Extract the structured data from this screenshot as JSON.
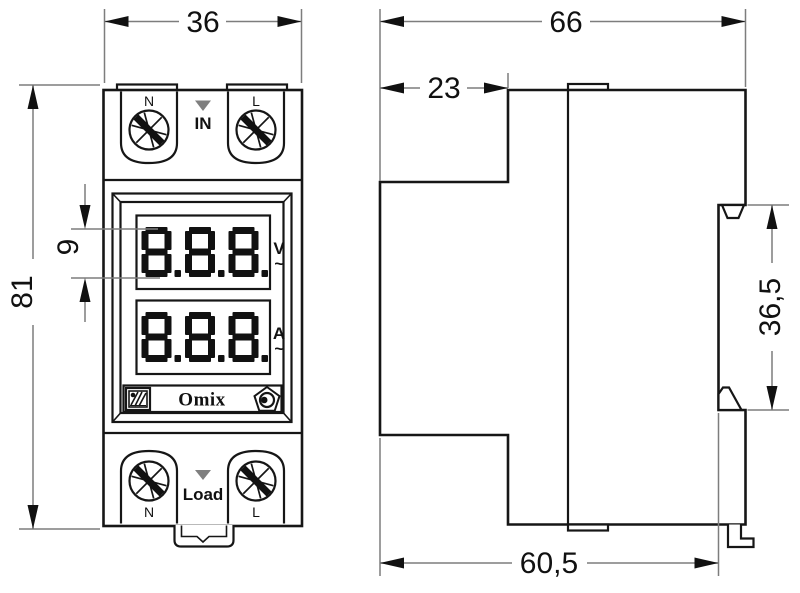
{
  "drawing": {
    "front_view": {
      "input_section": {
        "terminal_left": "N",
        "terminal_right": "L",
        "label": "IN"
      },
      "load_section": {
        "terminal_left": "N",
        "terminal_right": "L",
        "label": "Load"
      },
      "voltage_display": {
        "digits": "888",
        "decimal_points": true,
        "unit": "V",
        "ac_symbol": "~"
      },
      "current_display": {
        "digits": "888",
        "decimal_points": true,
        "unit": "A",
        "ac_symbol": "~"
      },
      "brand": "Omix"
    },
    "dimensions_mm": {
      "front_width": "36",
      "front_height": "81",
      "display_window_height": "9",
      "total_depth": "66",
      "front_protrusion_depth": "23",
      "din_recess_height": "36,5",
      "mounting_depth": "60,5"
    },
    "colors": {
      "outline": "#161616",
      "dimension_line": "#7d7d7d",
      "marker_gray": "#7f7f7f",
      "digit": "#111111",
      "background": "#ffffff"
    }
  }
}
